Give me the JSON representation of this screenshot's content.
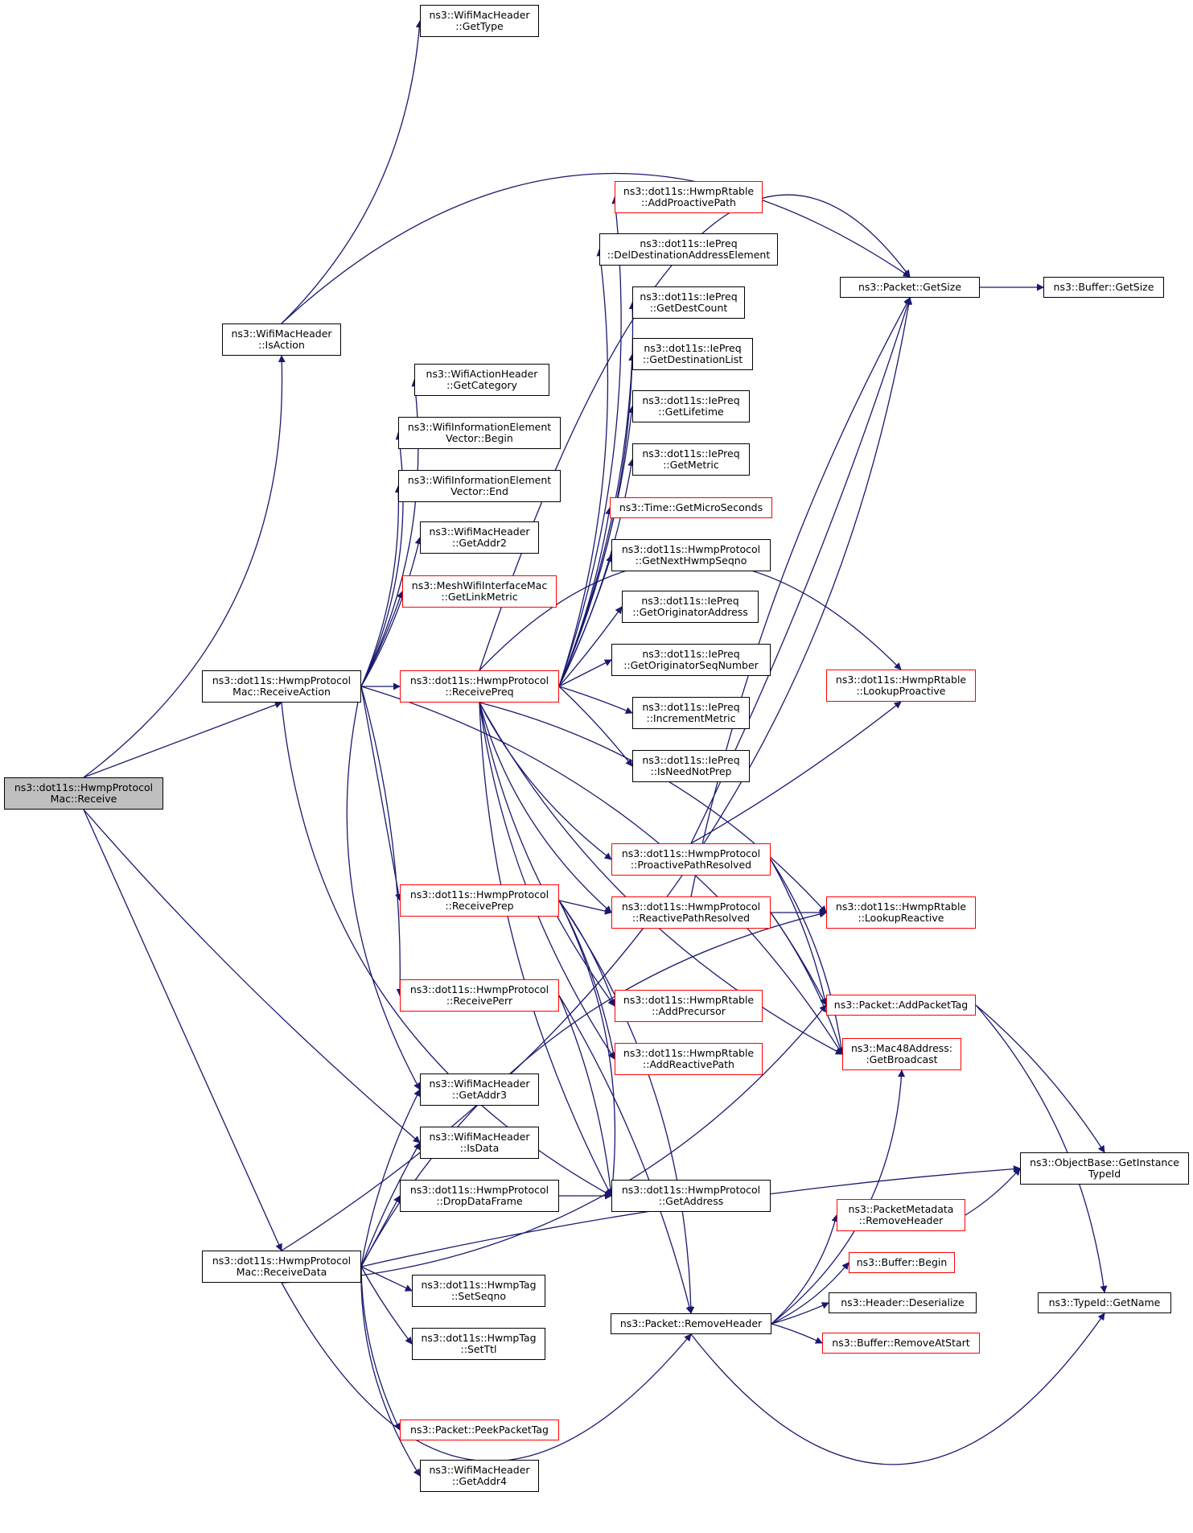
{
  "colors": {
    "edge": "#191970",
    "border_black": "#000000",
    "border_red": "#ff0000",
    "root_fill": "#bfbfbf",
    "background": "#ffffff"
  },
  "root": {
    "id": "n0",
    "line1": "ns3::dot11s::HwmpProtocol",
    "line2": "Mac::Receive"
  },
  "nodes": [
    {
      "id": "n1",
      "line1": "ns3::WifiMacHeader",
      "line2": "::GetType",
      "border": "black"
    },
    {
      "id": "n2",
      "line1": "ns3::WifiMacHeader",
      "line2": "::IsAction",
      "border": "black"
    },
    {
      "id": "n3",
      "line1": "ns3::dot11s::HwmpProtocol",
      "line2": "Mac::ReceiveAction",
      "border": "black"
    },
    {
      "id": "n4",
      "line1": "ns3::dot11s::HwmpProtocol",
      "line2": "Mac::ReceiveData",
      "border": "black"
    },
    {
      "id": "n5",
      "line1": "ns3::WifiActionHeader",
      "line2": "::GetCategory",
      "border": "black"
    },
    {
      "id": "n6",
      "line1": "ns3::WifiInformationElement",
      "line2": "Vector::Begin",
      "border": "black"
    },
    {
      "id": "n7",
      "line1": "ns3::WifiInformationElement",
      "line2": "Vector::End",
      "border": "black"
    },
    {
      "id": "n8",
      "line1": "ns3::WifiMacHeader",
      "line2": "::GetAddr2",
      "border": "black"
    },
    {
      "id": "n9",
      "line1": "ns3::MeshWifiInterfaceMac",
      "line2": "::GetLinkMetric",
      "border": "red"
    },
    {
      "id": "n10",
      "line1": "ns3::dot11s::HwmpProtocol",
      "line2": "::ReceivePreq",
      "border": "red"
    },
    {
      "id": "n11",
      "line1": "ns3::dot11s::HwmpProtocol",
      "line2": "::ReceivePrep",
      "border": "red"
    },
    {
      "id": "n12",
      "line1": "ns3::dot11s::HwmpProtocol",
      "line2": "::ReceivePerr",
      "border": "red"
    },
    {
      "id": "n13",
      "line1": "ns3::WifiMacHeader",
      "line2": "::GetAddr3",
      "border": "black"
    },
    {
      "id": "n14",
      "line1": "ns3::WifiMacHeader",
      "line2": "::IsData",
      "border": "black"
    },
    {
      "id": "n15",
      "line1": "ns3::dot11s::HwmpProtocol",
      "line2": "::DropDataFrame",
      "border": "black"
    },
    {
      "id": "n16",
      "line1": "ns3::dot11s::HwmpTag",
      "line2": "::SetSeqno",
      "border": "black"
    },
    {
      "id": "n17",
      "line1": "ns3::dot11s::HwmpTag",
      "line2": "::SetTtl",
      "border": "black"
    },
    {
      "id": "n18",
      "line1": "ns3::Packet::PeekPacketTag",
      "line2": "",
      "border": "red"
    },
    {
      "id": "n19",
      "line1": "ns3::WifiMacHeader",
      "line2": "::GetAddr4",
      "border": "black"
    },
    {
      "id": "n20",
      "line1": "ns3::dot11s::HwmpRtable",
      "line2": "::AddProactivePath",
      "border": "red"
    },
    {
      "id": "n21",
      "line1": "ns3::dot11s::IePreq",
      "line2": "::DelDestinationAddressElement",
      "border": "black"
    },
    {
      "id": "n22",
      "line1": "ns3::dot11s::IePreq",
      "line2": "::GetDestCount",
      "border": "black"
    },
    {
      "id": "n23",
      "line1": "ns3::dot11s::IePreq",
      "line2": "::GetDestinationList",
      "border": "black"
    },
    {
      "id": "n24",
      "line1": "ns3::dot11s::IePreq",
      "line2": "::GetLifetime",
      "border": "black"
    },
    {
      "id": "n25",
      "line1": "ns3::dot11s::IePreq",
      "line2": "::GetMetric",
      "border": "black"
    },
    {
      "id": "n26",
      "line1": "ns3::Time::GetMicroSeconds",
      "line2": "",
      "border": "red"
    },
    {
      "id": "n27",
      "line1": "ns3::dot11s::HwmpProtocol",
      "line2": "::GetNextHwmpSeqno",
      "border": "black"
    },
    {
      "id": "n28",
      "line1": "ns3::dot11s::IePreq",
      "line2": "::GetOriginatorAddress",
      "border": "black"
    },
    {
      "id": "n29",
      "line1": "ns3::dot11s::IePreq",
      "line2": "::GetOriginatorSeqNumber",
      "border": "black"
    },
    {
      "id": "n30",
      "line1": "ns3::dot11s::IePreq",
      "line2": "::IncrementMetric",
      "border": "black"
    },
    {
      "id": "n31",
      "line1": "ns3::dot11s::IePreq",
      "line2": "::IsNeedNotPrep",
      "border": "black"
    },
    {
      "id": "n32",
      "line1": "ns3::dot11s::HwmpProtocol",
      "line2": "::ProactivePathResolved",
      "border": "red"
    },
    {
      "id": "n33",
      "line1": "ns3::dot11s::HwmpProtocol",
      "line2": "::ReactivePathResolved",
      "border": "red"
    },
    {
      "id": "n34",
      "line1": "ns3::dot11s::HwmpRtable",
      "line2": "::AddPrecursor",
      "border": "red"
    },
    {
      "id": "n35",
      "line1": "ns3::dot11s::HwmpRtable",
      "line2": "::AddReactivePath",
      "border": "red"
    },
    {
      "id": "n36",
      "line1": "ns3::dot11s::HwmpProtocol",
      "line2": "::GetAddress",
      "border": "black"
    },
    {
      "id": "n37",
      "line1": "ns3::Packet::RemoveHeader",
      "line2": "",
      "border": "black"
    },
    {
      "id": "n38",
      "line1": "ns3::Packet::GetSize",
      "line2": "",
      "border": "black"
    },
    {
      "id": "n39",
      "line1": "ns3::dot11s::HwmpRtable",
      "line2": "::LookupProactive",
      "border": "red"
    },
    {
      "id": "n40",
      "line1": "ns3::dot11s::HwmpRtable",
      "line2": "::LookupReactive",
      "border": "red"
    },
    {
      "id": "n41",
      "line1": "ns3::Packet::AddPacketTag",
      "line2": "",
      "border": "red"
    },
    {
      "id": "n42",
      "line1": "ns3::Mac48Address:",
      "line2": ":GetBroadcast",
      "border": "red"
    },
    {
      "id": "n43",
      "line1": "ns3::PacketMetadata",
      "line2": "::RemoveHeader",
      "border": "red"
    },
    {
      "id": "n44",
      "line1": "ns3::Buffer::Begin",
      "line2": "",
      "border": "red"
    },
    {
      "id": "n45",
      "line1": "ns3::Header::Deserialize",
      "line2": "",
      "border": "black"
    },
    {
      "id": "n46",
      "line1": "ns3::Buffer::RemoveAtStart",
      "line2": "",
      "border": "red"
    },
    {
      "id": "n47",
      "line1": "ns3::Buffer::GetSize",
      "line2": "",
      "border": "black"
    },
    {
      "id": "n48",
      "line1": "ns3::ObjectBase::GetInstance",
      "line2": "TypeId",
      "border": "black"
    },
    {
      "id": "n49",
      "line1": "ns3::TypeId::GetName",
      "line2": "",
      "border": "black"
    }
  ]
}
